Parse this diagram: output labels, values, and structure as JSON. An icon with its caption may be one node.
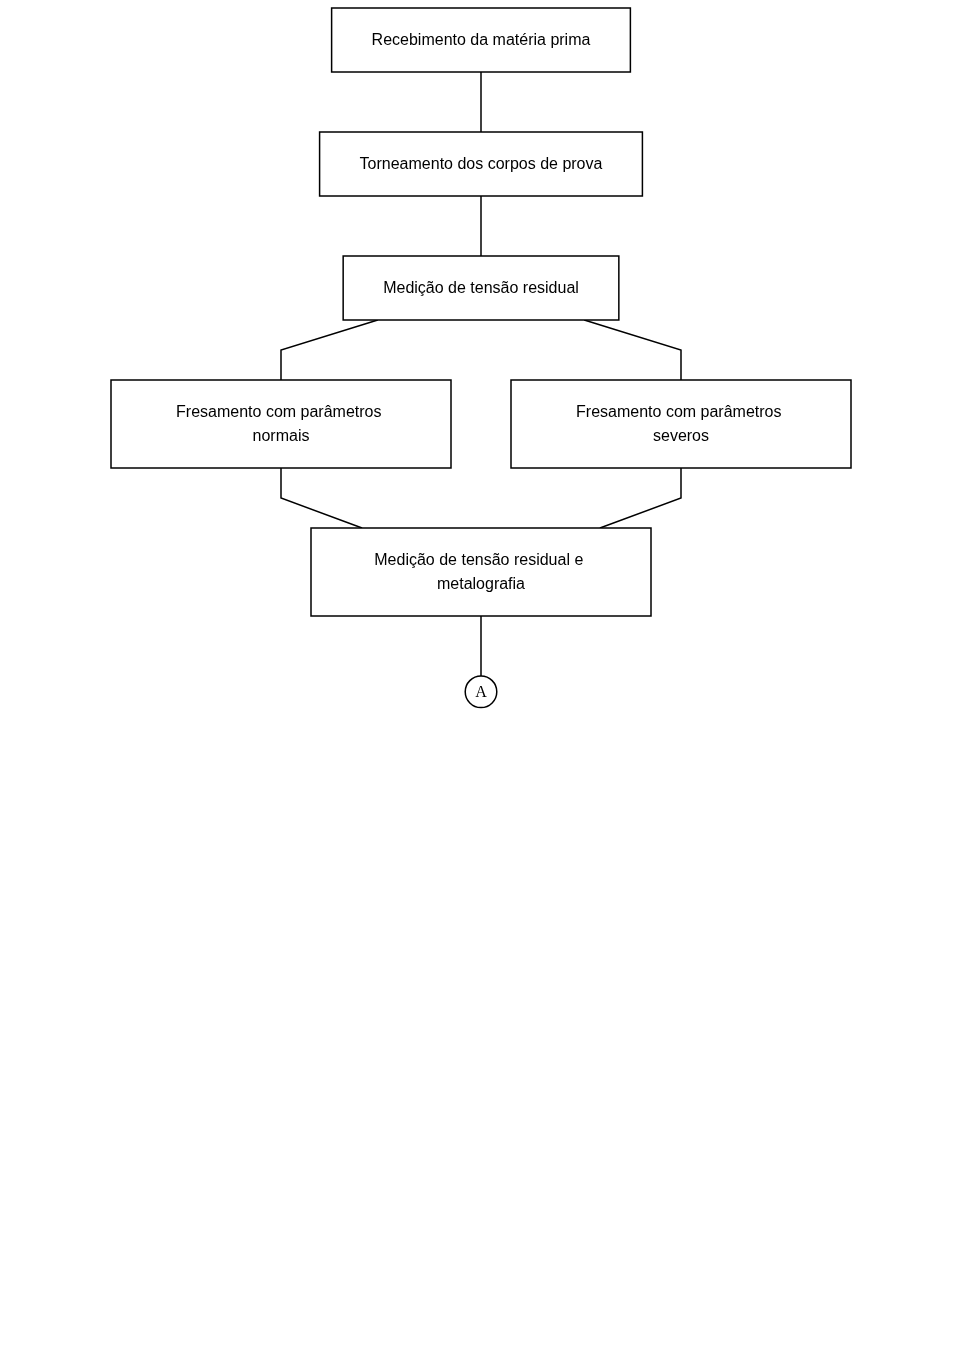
{
  "diagram": {
    "nodes": [
      {
        "text": [
          "Recebimento da matéria prima"
        ]
      },
      {
        "text": [
          "Torneamento dos corpos de prova"
        ]
      },
      {
        "text": [
          "Medição de tensão residual"
        ]
      },
      {
        "text": [
          "Fresamento com parâmetros normais"
        ]
      },
      {
        "text": [
          "Fresamento com parâmetros severos"
        ]
      },
      {
        "text": [
          "Medição de tensão residual e metalografia"
        ]
      },
      {
        "text": [
          "A"
        ]
      }
    ],
    "edges": [
      {
        "from": 0,
        "to": 1,
        "arrow": "none"
      },
      {
        "from": 1,
        "to": 2,
        "arrow": "none"
      },
      {
        "from": 2,
        "to": 3,
        "arrow": "none"
      },
      {
        "from": 2,
        "to": 4,
        "arrow": "none"
      },
      {
        "from": 3,
        "to": 5,
        "arrow": "none"
      },
      {
        "from": 4,
        "to": 5,
        "arrow": "none"
      },
      {
        "from": 5,
        "to": 6,
        "arrow": "none"
      }
    ]
  }
}
